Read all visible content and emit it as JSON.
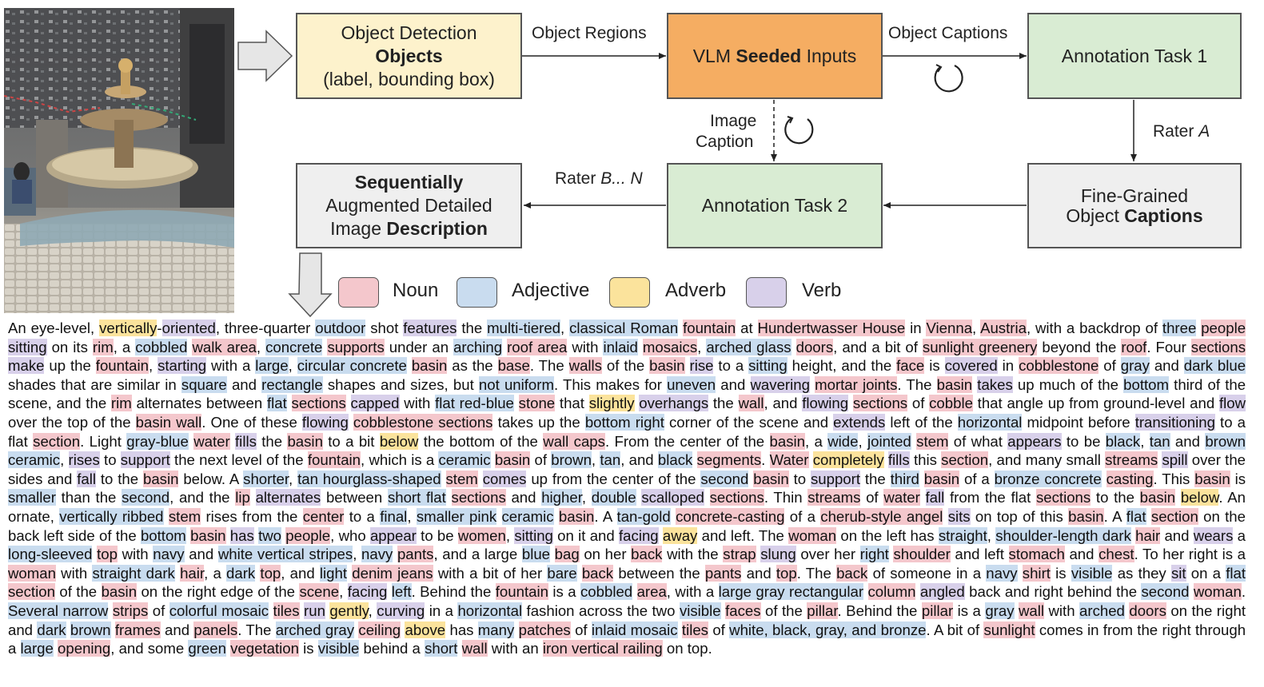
{
  "nodes": {
    "object_detection": {
      "line1": "Object Detection",
      "line2": "Objects",
      "line3": "(label, bounding box)"
    },
    "vlm": {
      "pre": "VLM ",
      "bold": "Seeded",
      "post": " Inputs"
    },
    "task1": {
      "label": "Annotation Task 1"
    },
    "task2": {
      "label": "Annotation Task 2"
    },
    "fine_grained": {
      "line1": "Fine-Grained",
      "line2_pre": "Object ",
      "line2_bold": "Captions"
    },
    "sequential": {
      "line1": "Sequentially",
      "line2": "Augmented Detailed",
      "line3_pre": "Image ",
      "line3_bold": "Description"
    }
  },
  "edges": {
    "object_regions": "Object Regions",
    "object_captions": "Object Captions",
    "image_caption_1": "Image",
    "image_caption_2": "Caption",
    "rater_a_pre": "Rater ",
    "rater_a_it": "A",
    "rater_bn_pre": "Rater ",
    "rater_bn_it": "B... N"
  },
  "legend": [
    {
      "label": "Noun",
      "color": "#f4c7cc"
    },
    {
      "label": "Adjective",
      "color": "#c9dcef"
    },
    {
      "label": "Adverb",
      "color": "#fbe39c"
    },
    {
      "label": "Verb",
      "color": "#d8d0ea"
    }
  ],
  "colors": {
    "detection_fill": "#fdf2cc",
    "vlm_fill": "#f5ad62",
    "task_fill": "#d9ecd3",
    "gray_fill": "#efefef",
    "noun": "#f4c7cc",
    "adjective": "#c9dcef",
    "adverb": "#fbe39c",
    "verb": "#d8d0ea"
  },
  "description": "An eye-level, [d:vertically]-[v:oriented], three-quarter [a:outdoor] shot [v:features] the [a:multi-tiered], [a:classical Roman] [n:fountain] at [n:Hundertwasser House] in [n:Vienna], [n:Austria], with a backdrop of [a:three] [n:people] [v:sitting] on its [n:rim], a [a:cobbled] [n:walk area], [a:concrete] [n:supports] under an [a:arching] [n:roof area] with [a:inlaid] [n:mosaics], [a:arched glass] [n:doors], and a bit of [n:sunlight greenery] beyond the [n:roof]. Four [n:sections] [v:make] up the [n:fountain], [v:starting] with a [a:large], [a:circular concrete] [n:basin] as the [n:base]. The [n:walls] of the [n:basin] [v:rise] to a [a:sitting] height, and the [n:face] is [v:covered] in [n:cobblestone] of [a:gray] and [a:dark blue] shades that are similar in [a:square] and [a:rectangle] shapes and sizes, but [a:not uniform]. This makes for [a:uneven] and [v:wavering] [n:mortar joints]. The [n:basin] [v:takes] up much of the [a:bottom] third of the scene, and the [n:rim] alternates between [a:flat] [n:sections] [v:capped] with [a:flat red-blue] [n:stone] that [d:slightly] [v:overhangs] the [n:wall], and [v:flowing] [n:sections] of [n:cobble] that angle up from ground-level and [v:flow] over the top of the [n:basin wall]. One of these [v:flowing] [n:cobblestone sections] takes up the [a:bottom right] corner of the scene and [v:extends] left of the [a:horizontal] midpoint before [v:transitioning] to a flat [n:section]. Light [a:gray-blue] [n:water] [v:fills] the [n:basin] to a bit [d:below] the bottom of the [n:wall caps]. From the center of the [n:basin], a [a:wide], [a:jointed] [n:stem] of what [v:appears] to be [a:black], [a:tan] and [a:brown ceramic], [v:rises] to [v:support] the next level of the [n:fountain], which is a [a:ceramic] [n:basin] of [a:brown], [a:tan], and [a:black] [n:segments]. [n:Water] [d:completely] [v:fills] this [n:section], and many small [n:streams] [v:spill] over the sides and [v:fall] to the [n:basin] below. A [a:shorter], [a:tan hourglass-shaped] [n:stem] [v:comes] up from the center of the [a:second] [n:basin] to [v:support] the [a:third] [n:basin] of a [a:bronze concrete] [n:casting]. This [n:basin] is [a:smaller] than the [a:second], and the [n:lip] [v:alternates] between [a:short flat] [n:sections] and [a:higher], [a:double] [v:scalloped] [n:sections]. Thin [n:streams] of [n:water] [v:fall] from the flat [n:sections] to the [n:basin] [d:below]. An ornate, [a:vertically ribbed] [n:stem] rises from the [n:center] to a [a:final], [a:smaller pink] [a:ceramic] [n:basin]. A [a:tan-gold] [n:concrete-casting] of a [n:cherub-style angel] [v:sits] on top of this [n:basin]. A [a:flat] [n:section] on the back left side of the [a:bottom] [n:basin] [v:has] [a:two] [n:people], who [v:appear] to be [n:women], [v:sitting] on it and [v:facing] [d:away] and left. The [n:woman] on the left has [a:straight], [a:shoulder-length dark] [n:hair] and [v:wears] a [a:long-sleeved] [n:top] with [a:navy] and [a:white vertical stripes], [a:navy] [n:pants], and a large [a:blue] [n:bag] on her [n:back] with the [n:strap] [v:slung] over her [a:right] [n:shoulder] and left [n:stomach] and [n:chest]. To her right is a [n:woman] with [a:straight dark] [n:hair], a [a:dark] [n:top], and [a:light] [n:denim jeans] with a bit of her [a:bare] [n:back] between the [n:pants] and [n:top]. The [n:back] of someone in a [a:navy] [n:shirt] is [a:visible] as they [v:sit] on a [a:flat] [n:section] of the [n:basin] on the right edge of the [n:scene], [v:facing] [a:left]. Behind the [n:fountain] is a [a:cobbled] [n:area], with a [a:large gray rectangular] [n:column] [v:angled] back and right behind the [a:second] [n:woman]. [a:Several narrow] [n:strips] of [a:colorful mosaic] [n:tiles] [v:run] [d:gently], [v:curving] in a [a:horizontal] fashion across the two [a:visible] [n:faces] of the [n:pillar]. Behind the [n:pillar] is a [a:gray] [n:wall] with [a:arched] [n:doors] on the right and [a:dark] [a:brown] [n:frames] and [n:panels]. The [a:arched gray] [n:ceiling] [d:above] has [a:many] [n:patches] of [a:inlaid mosaic] [n:tiles] of [a:white, black, gray, and bronze]. A bit of [n:sunlight] comes in from the right through a [a:large] [n:opening], and some [a:green] [n:vegetation] is [a:visible] behind a [a:short] [n:wall] with an [n:iron vertical railing] on top."
}
